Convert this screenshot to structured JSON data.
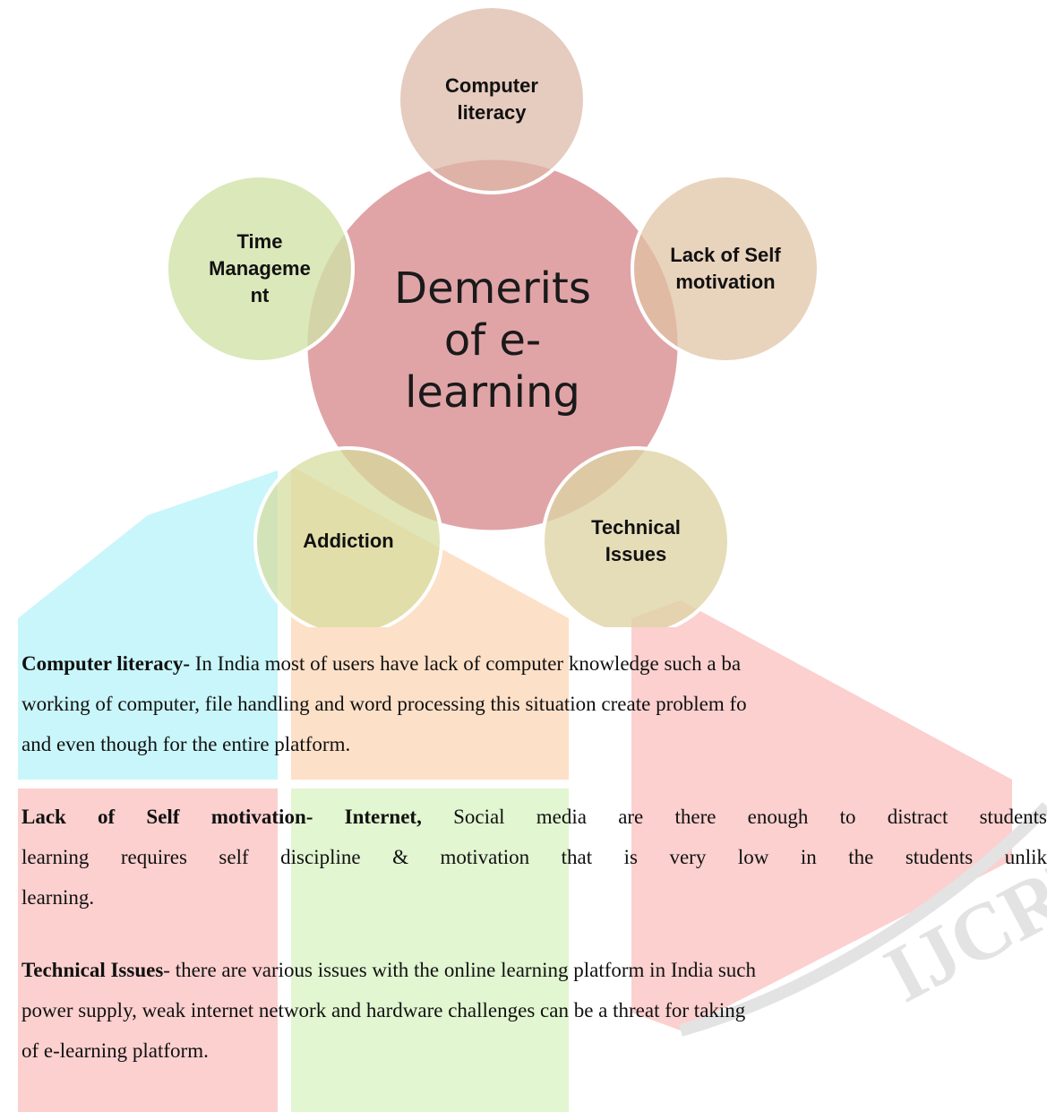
{
  "diagram": {
    "center": {
      "lines": [
        "Demerits",
        "of e-",
        "learning"
      ],
      "color": "#dd9c9f"
    },
    "satellites": [
      {
        "lines": [
          "Computer",
          "literacy"
        ],
        "color": "#ddb7a6"
      },
      {
        "lines": [
          "Lack of Self",
          "motivation"
        ],
        "color": "#dfc2a2"
      },
      {
        "lines": [
          "Technical",
          "Issues"
        ],
        "color": "#ded3a4"
      },
      {
        "lines": [
          "Addiction"
        ],
        "color": "#d6dc9c"
      },
      {
        "lines": [
          "Time",
          "Manageme",
          "nt"
        ],
        "color": "#cfe1a6"
      }
    ]
  },
  "paragraphs": {
    "p1": {
      "heading": "Computer literacy-",
      "line1_rest": " In India most of users have lack of computer knowledge such a ba",
      "line2": "working of computer, file handling and word processing this situation create problem fo",
      "line3": "and even though for the entire platform."
    },
    "p2": {
      "heading": "Lack of Self motivation- Internet,",
      "line1_rest": " Social media are there enough to distract students",
      "line2": "learning requires self discipline & motivation that is very low in the students unlik",
      "line3": "learning."
    },
    "p3": {
      "heading": "Technical Issues",
      "line1_rest": "- there are various issues with the online learning platform in India such",
      "line2": "power supply, weak internet network and hardware challenges can be a threat for taking",
      "line3": "of e-learning platform."
    }
  },
  "watermark": {
    "text": "IJCRT",
    "colors": {
      "cyan": "#c9f6fa",
      "orange": "#fde0c8",
      "red": "#fbd0cf",
      "green": "#e1f6d1",
      "gray": "#e3e3e3"
    }
  }
}
